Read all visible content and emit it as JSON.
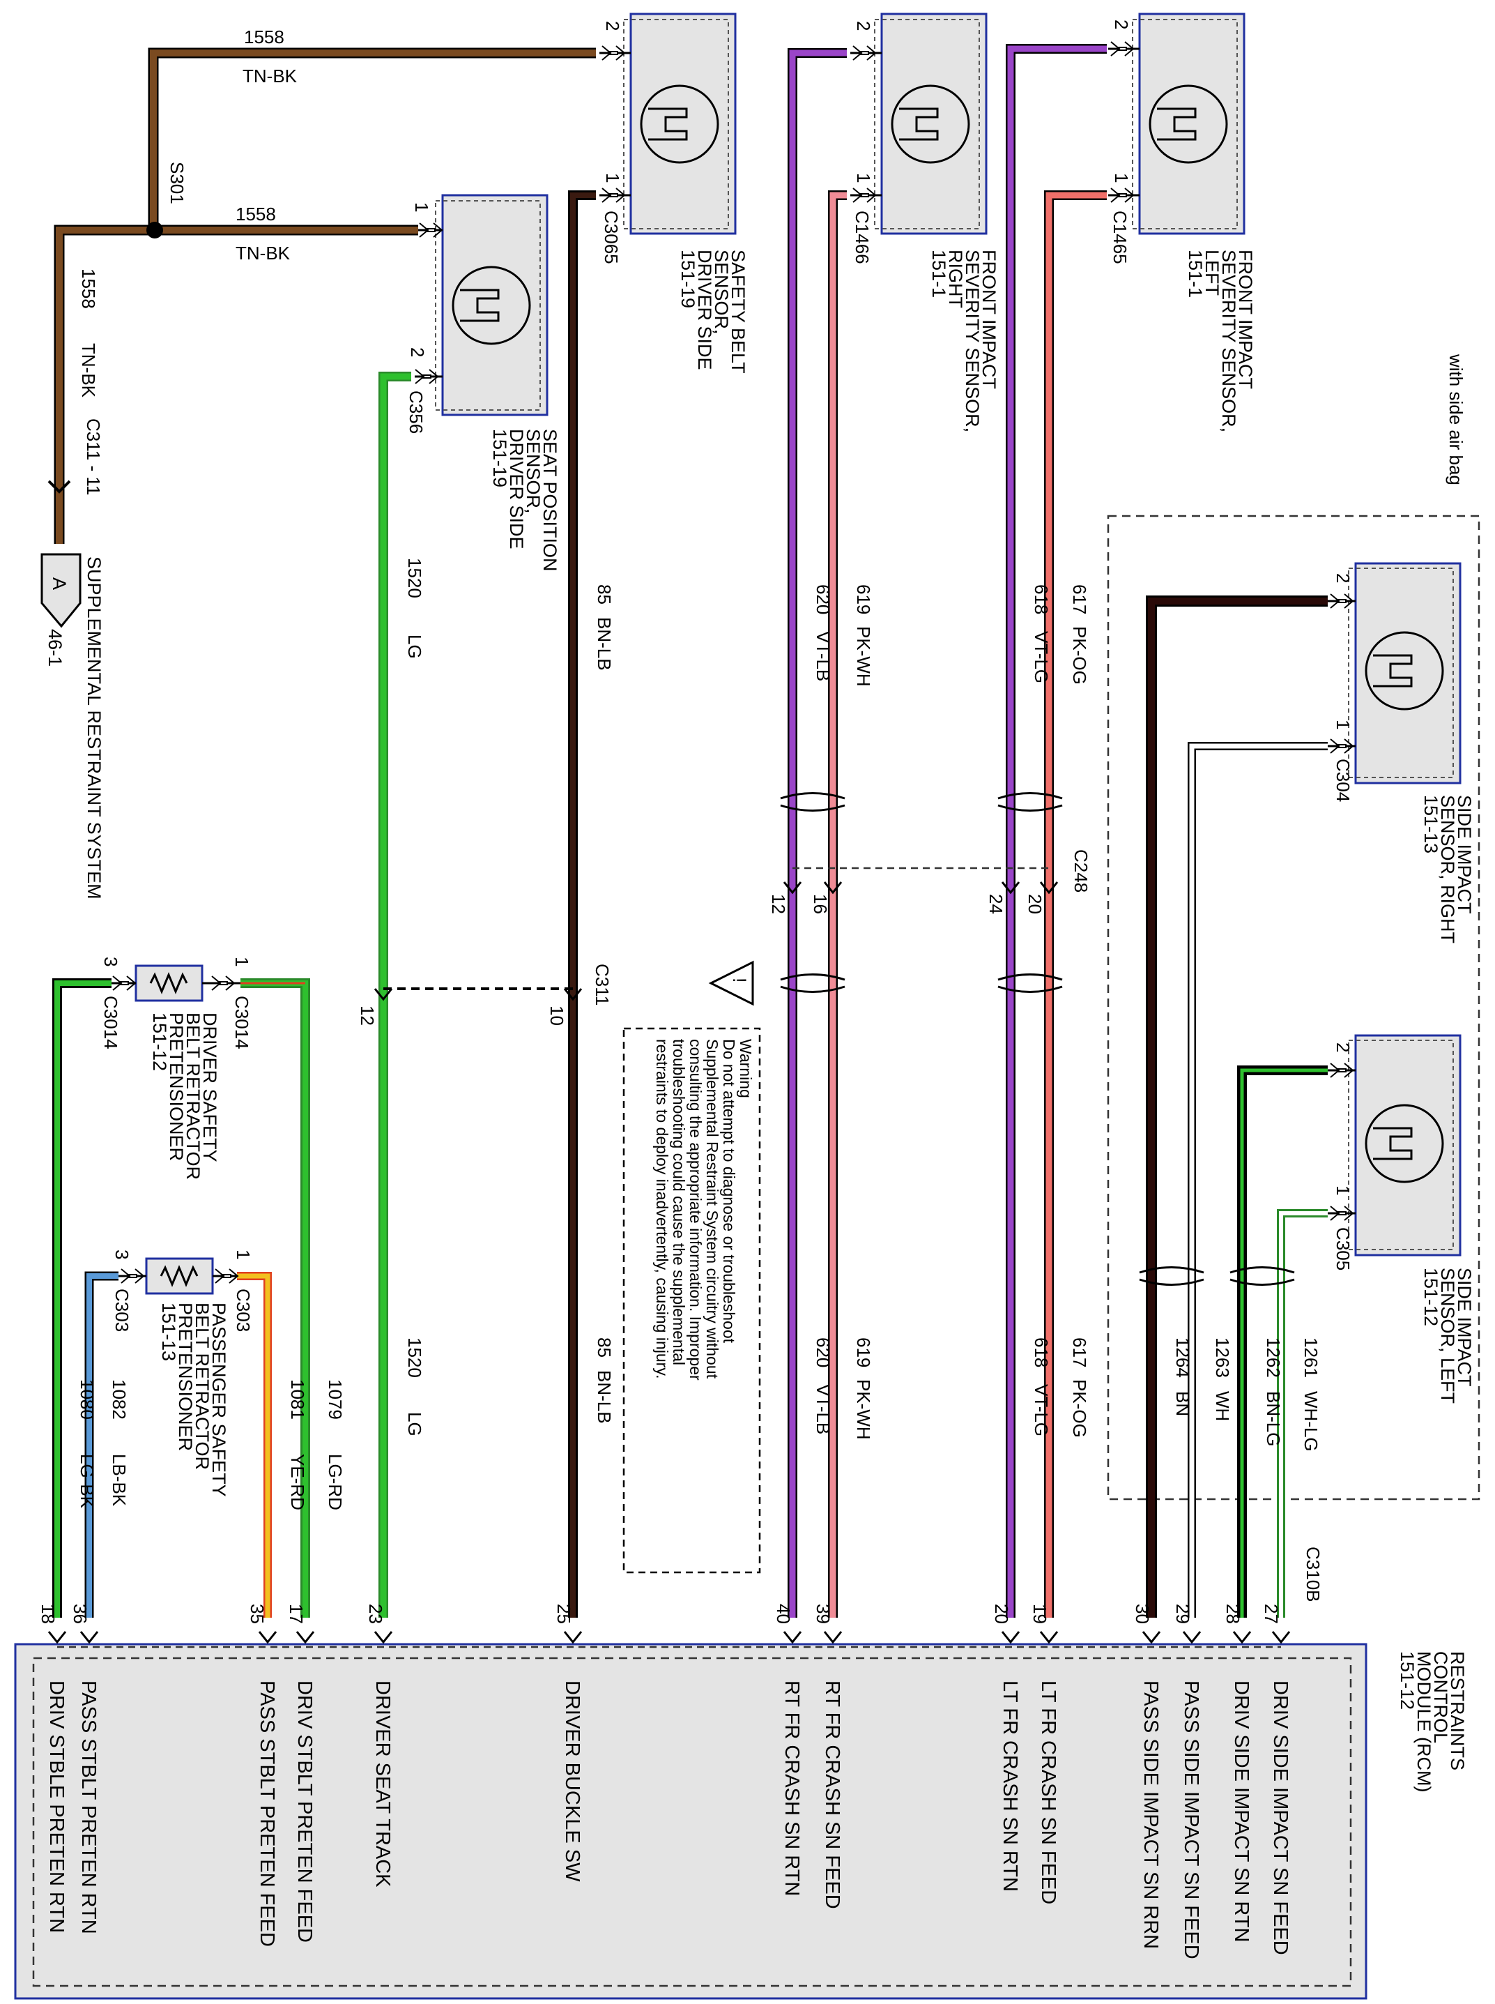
{
  "title": "",
  "colors": {
    "tn_bk": "#7a4a20",
    "bn_lb": "#3a1a10",
    "lg": "#2ec02e",
    "vt": "#9a45c8",
    "pk": "#f08c96",
    "bn": "#2a0a08",
    "wh": "#ffffff",
    "lb": "#5a9ad8",
    "ye": "#f2c020",
    "rd": "#e04020",
    "component_fill": "#e4e4e4",
    "component_border": "#2030a0"
  },
  "components": {
    "safety_belt_sensor": [
      "SAFETY BELT",
      "SENSOR,",
      "DRIVER SIDE",
      "151-19"
    ],
    "front_impact_right": [
      "FRONT IMPACT",
      "SEVERITY SENSOR,",
      "RIGHT",
      "151-1"
    ],
    "front_impact_left": [
      "FRONT IMPACT",
      "SEVERITY SENSOR,",
      "LEFT",
      "151-1"
    ],
    "seat_position_sensor": [
      "SEAT POSITION",
      "SENSOR,",
      "DRIVER SIDE",
      "151-19"
    ],
    "side_impact_right": [
      "SIDE IMPACT",
      "SENSOR, RIGHT",
      "151-13"
    ],
    "side_impact_left": [
      "SIDE IMPACT",
      "SENSOR, LEFT",
      "151-12"
    ],
    "driver_pretensioner": [
      "DRIVER SAFETY",
      "BELT RETRACTOR",
      "PRETENSIONER",
      "151-12"
    ],
    "passenger_pretensioner": [
      "PASSENGER SAFETY",
      "BELT RETRACTOR",
      "PRETENSIONER",
      "151-13"
    ],
    "rcm": [
      "RESTRAINTS",
      "CONTROL",
      "MODULE (RCM)",
      "151-12"
    ],
    "supplemental": "SUPPLEMENTAL RESTRAINT SYSTEM",
    "offpage_letter": "A",
    "offpage_ref": "46-1"
  },
  "side_air_bag_label": "with side air bag",
  "warning": {
    "title": "Warning",
    "lines": [
      "Do not attempt to diagnose or troubleshoot",
      "Supplemental Restraint System circuitry without",
      "consulting the appropriate information. Improper",
      "troubleshooting could cause the supplemental",
      "restraints to deploy inadvertently, causing injury."
    ],
    "symbol": "!"
  },
  "connectors": {
    "s301": "S301",
    "c311_11": "C311 - 11",
    "c3065": "C3065",
    "c1466": "C1466",
    "c1465": "C1465",
    "c356": "C356",
    "c304": "C304",
    "c305": "C305",
    "c248": "C248",
    "c311": "C311",
    "c3014a": "C3014",
    "c3014b": "C3014",
    "c303a": "C303",
    "c303b": "C303",
    "c310b": "C310B"
  },
  "wires": {
    "w1558_top_num": "1558",
    "w1558_top_col": "TN-BK",
    "w1558_mid_num": "1558",
    "w1558_mid_col": "TN-BK",
    "w1558_left_num": "1558",
    "w1558_left_col": "TN-BK",
    "w85_a_num": "85",
    "w85_a_col": "BN-LB",
    "w85_b_num": "85",
    "w85_b_col": "BN-LB",
    "w1520_a_num": "1520",
    "w1520_a_col": "LG",
    "w1520_b_num": "1520",
    "w1520_b_col": "LG",
    "w620_a_num": "620",
    "w620_a_col": "VT-LB",
    "w620_b_num": "620",
    "w620_b_col": "VT-LB",
    "w619_a_num": "619",
    "w619_a_col": "PK-WH",
    "w619_b_num": "619",
    "w619_b_col": "PK-WH",
    "w618_a_num": "618",
    "w618_a_col": "VT-LG",
    "w618_b_num": "618",
    "w618_b_col": "VT-LG",
    "w617_a_num": "617",
    "w617_a_col": "PK-OG",
    "w617_b_num": "617",
    "w617_b_col": "PK-OG",
    "w1264_num": "1264",
    "w1264_col": "BN",
    "w1263_num": "1263",
    "w1263_col": "WH",
    "w1262_num": "1262",
    "w1262_col": "BN-LG",
    "w1261_num": "1261",
    "w1261_col": "WH-LG",
    "w1079_num": "1079",
    "w1079_col": "LG-RD",
    "w1081_num": "1081",
    "w1081_col": "YE-RD",
    "w1082_num": "1082",
    "w1082_col": "LB-BK",
    "w1080_num": "1080",
    "w1080_col": "LG-BK"
  },
  "pins": {
    "sb2": "2",
    "sb1": "1",
    "fr2": "2",
    "fr1": "1",
    "fl2": "2",
    "fl1": "1",
    "sp1": "1",
    "sp2": "2",
    "sr2": "2",
    "sr1": "1",
    "sl2": "2",
    "sl1": "1",
    "c248_12": "12",
    "c248_16": "16",
    "c248_24": "24",
    "c248_20": "20",
    "c311_12": "12",
    "c311_10": "10",
    "dp3": "3",
    "dp1": "1",
    "pp3": "3",
    "pp1": "1",
    "rcm18": "18",
    "rcm36": "36",
    "rcm35": "35",
    "rcm17": "17",
    "rcm23": "23",
    "rcm25": "25",
    "rcm40": "40",
    "rcm39": "39",
    "rcm20": "20",
    "rcm19": "19",
    "rcm30": "30",
    "rcm29": "29",
    "rcm28": "28",
    "rcm27": "27"
  },
  "rcm_pins": [
    "DRIV SIDE IMPACT SN FEED",
    "DRIV SIDE IMPACT SN RTN",
    "PASS SIDE IMPACT SN FEED",
    "PASS SIDE IMPACT SN RRN",
    "LT FR CRASH SN FEED",
    "LT FR CRASH SN RTN",
    "RT FR CRASH SN FEED",
    "RT FR CRASH SN RTN",
    "DRIVER BUCKLE SW",
    "DRIVER SEAT TRACK",
    "DRIV STBLT PRETEN FEED",
    "PASS STBLT PRETEN FEED",
    "PASS STBLT PRETEN RTN",
    "DRIV STBLE PRETEN RTN"
  ]
}
